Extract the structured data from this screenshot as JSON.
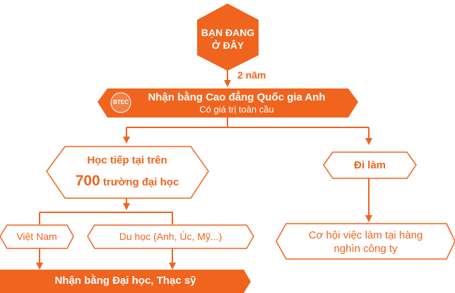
{
  "colors": {
    "accent": "#f0641e",
    "text_dark": "#333333",
    "white": "#ffffff"
  },
  "start": {
    "line1": "BẠN ĐANG",
    "line2": "Ở ĐÂY"
  },
  "duration_label": "2 năm",
  "btec": {
    "logo_text": "BTEC",
    "title": "Nhận bằng Cao đẳng Quốc gia Anh",
    "subtitle": "Có giá trị toàn cầu"
  },
  "study": {
    "line1": "Học tiếp tại trên",
    "number": "700",
    "line2_rest": "trường đại học"
  },
  "work": {
    "label": "Đi làm"
  },
  "vietnam": {
    "label": "Việt Nam"
  },
  "abroad": {
    "label": "Du học (Anh, Úc, Mỹ...)"
  },
  "degree": {
    "label": "Nhận bằng Đại học, Thạc sỹ"
  },
  "jobs": {
    "line1": "Cơ hội việc làm tại hàng",
    "line2": "nghìn công ty"
  }
}
